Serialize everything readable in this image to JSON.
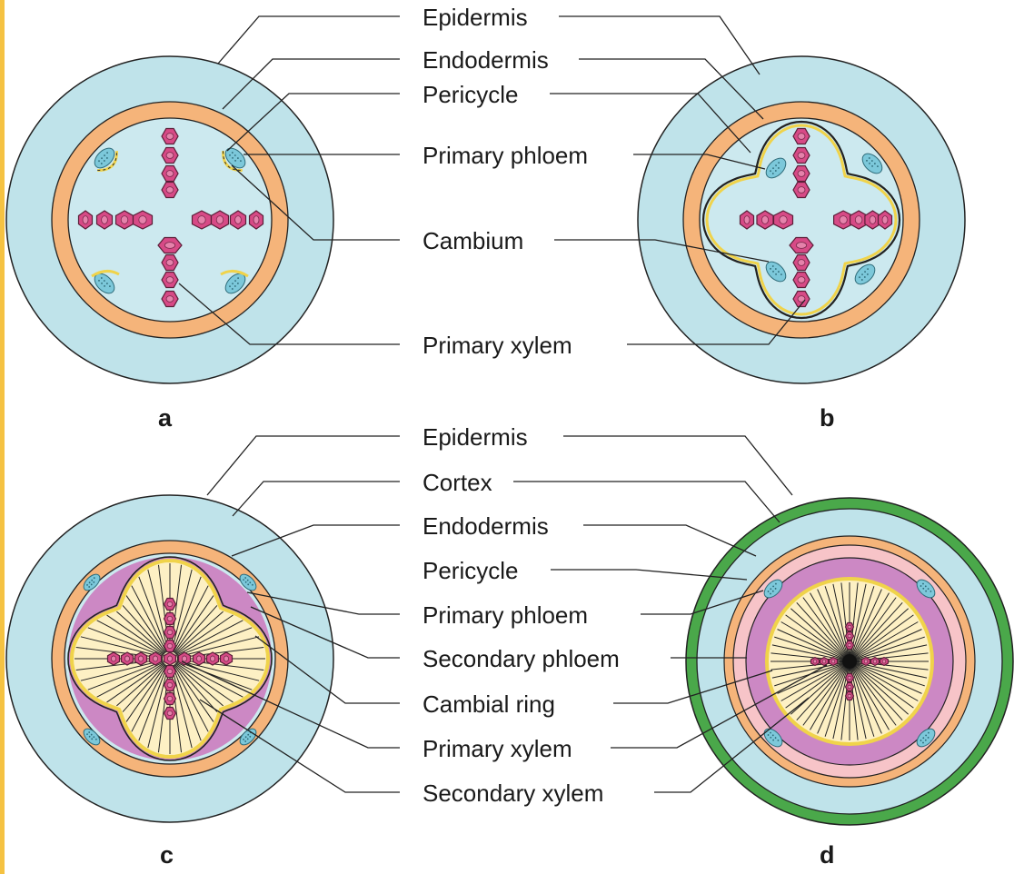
{
  "colors": {
    "outer_cortex": "#bfe3ea",
    "endodermis": "#f5b47a",
    "stele": "#cce9ef",
    "xylem": "#d74a86",
    "phloem": "#7cc8da",
    "cambium": "#f0d34a",
    "secondary_phloem": "#cc88c4",
    "secondary_xylem": "#fdf0c4",
    "pericycle_pink": "#f7c4c8",
    "periderm_green": "#4aa84a"
  },
  "top_labels": [
    "Epidermis",
    "Endodermis",
    "Pericycle",
    "Primary phloem",
    "Cambium",
    "Primary xylem"
  ],
  "bottom_labels": [
    "Epidermis",
    "Cortex",
    "Endodermis",
    "Pericycle",
    "Primary phloem",
    "Secondary phloem",
    "Cambial ring",
    "Primary xylem",
    "Secondary xylem"
  ],
  "panel_letters": [
    "a",
    "b",
    "c",
    "d"
  ]
}
